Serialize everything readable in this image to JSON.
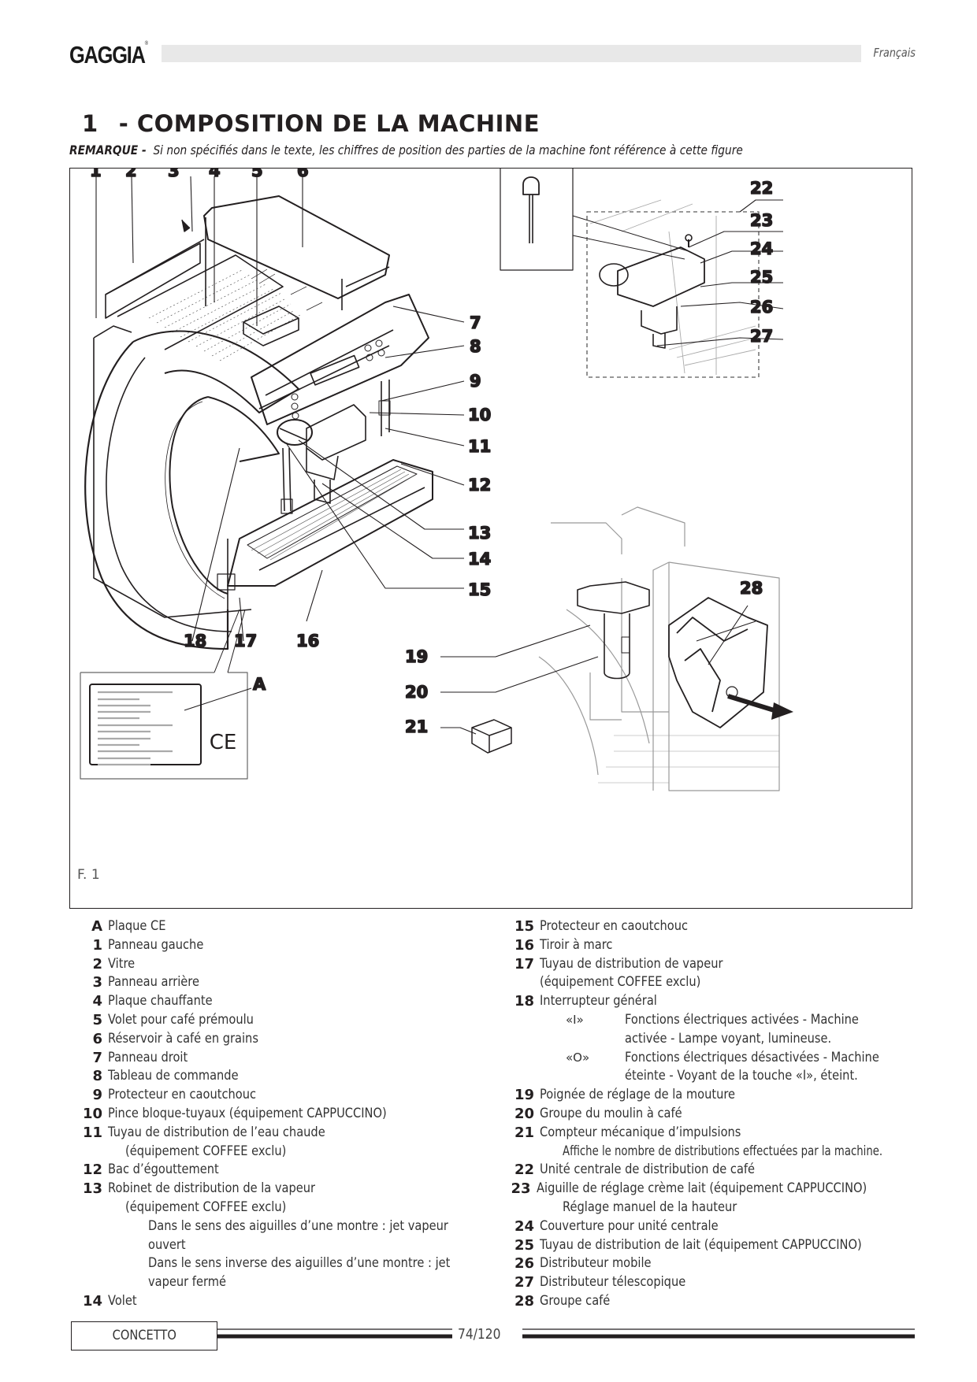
{
  "header": {
    "brand": "GAGGIA",
    "language": "Français"
  },
  "section": {
    "number": "1",
    "title": "- COMPOSITION DE LA MACHINE",
    "note_label": "REMARQUE -",
    "note_text": "Si non spécifiés dans le texte, les chiffres de position des parties de la machine font référence à cette figure"
  },
  "figure": {
    "caption": "F. 1",
    "callouts": [
      "1",
      "2",
      "3",
      "4",
      "5",
      "6",
      "7",
      "8",
      "9",
      "10",
      "11",
      "12",
      "13",
      "14",
      "15",
      "16",
      "17",
      "18",
      "19",
      "20",
      "21",
      "22",
      "23",
      "24",
      "25",
      "26",
      "27",
      "28",
      "A"
    ],
    "ce_mark": "CE"
  },
  "legend_left": [
    {
      "key": "A",
      "label": "Plaque CE"
    },
    {
      "key": "1",
      "label": "Panneau gauche"
    },
    {
      "key": "2",
      "label": "Vitre"
    },
    {
      "key": "3",
      "label": "Panneau arrière"
    },
    {
      "key": "4",
      "label": "Plaque chauffante"
    },
    {
      "key": "5",
      "label": "Volet pour café prémoulu"
    },
    {
      "key": "6",
      "label": "Réservoir à café en grains"
    },
    {
      "key": "7",
      "label": "Panneau droit"
    },
    {
      "key": "8",
      "label": "Tableau de commande"
    },
    {
      "key": "9",
      "label": "Protecteur en caoutchouc"
    },
    {
      "key": "10",
      "label": "Pince bloque-tuyaux (équipement CAPPUCCINO)"
    },
    {
      "key": "11",
      "label": "Tuyau de distribution de l’eau chaude",
      "cont": "(équipement COFFEE exclu)"
    },
    {
      "key": "12",
      "label": "Bac d’égouttement"
    },
    {
      "key": "13",
      "label": "Robinet de distribution de la vapeur",
      "cont": "(équipement COFFEE exclu)",
      "details": [
        "Dans le sens des aiguilles d’une montre : jet vapeur",
        "ouvert",
        "Dans le sens inverse des aiguilles d’une montre : jet",
        "vapeur fermé"
      ]
    },
    {
      "key": "14",
      "label": "Volet"
    }
  ],
  "legend_right": [
    {
      "key": "15",
      "label": "Protecteur en caoutchouc"
    },
    {
      "key": "16",
      "label": "Tiroir à marc"
    },
    {
      "key": "17",
      "label": "Tuyau de distribution de vapeur",
      "cont": "(équipement COFFEE exclu)"
    },
    {
      "key": "18",
      "label": "Interrupteur général",
      "switch_states": [
        {
          "symbol": "«I»",
          "lines": [
            "Fonctions électriques activées - Machine",
            "activée - Lampe voyant, lumineuse."
          ]
        },
        {
          "symbol": "«O»",
          "lines": [
            "Fonctions électriques désactivées - Machine",
            "éteinte - Voyant de la touche «I», éteint."
          ]
        }
      ]
    },
    {
      "key": "19",
      "label": "Poignée de réglage de la mouture"
    },
    {
      "key": "20",
      "label": "Groupe du moulin à café"
    },
    {
      "key": "21",
      "label": "Compteur mécanique d’impulsions",
      "details": [
        "Affiche le nombre de distributions effectuées par la machine."
      ]
    },
    {
      "key": "22",
      "label": "Unité centrale de distribution de café"
    },
    {
      "key": "23",
      "label": "Aiguille de réglage crème lait (équipement CAPPUCCINO)",
      "details": [
        "Réglage manuel de la hauteur"
      ]
    },
    {
      "key": "24",
      "label": "Couverture pour unité centrale"
    },
    {
      "key": "25",
      "label": "Tuyau de distribution de lait (équipement CAPPUCCINO)"
    },
    {
      "key": "26",
      "label": "Distributeur mobile"
    },
    {
      "key": "27",
      "label": "Distributeur télescopique"
    },
    {
      "key": "28",
      "label": "Groupe café"
    }
  ],
  "footer": {
    "model": "CONCETTO",
    "page": "74/120"
  }
}
